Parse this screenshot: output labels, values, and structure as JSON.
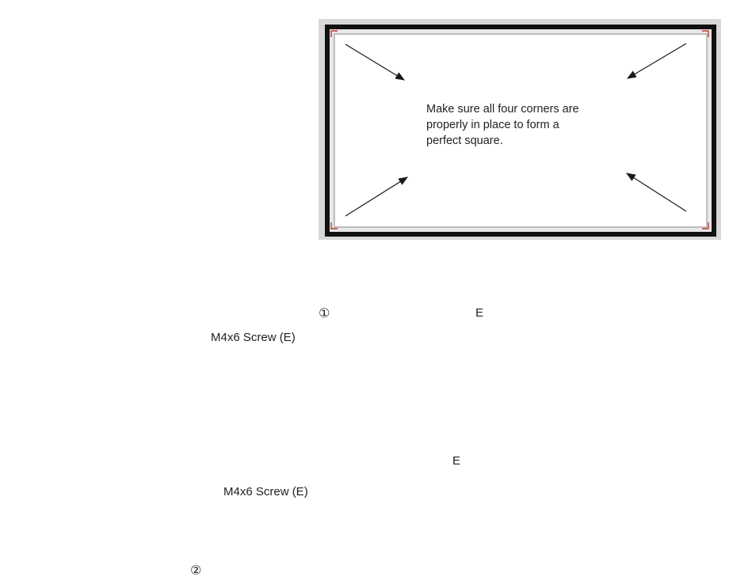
{
  "instruction": {
    "lines": [
      "Make sure all four corners are",
      "properly in place to form a",
      "perfect square."
    ]
  },
  "labels": {
    "screw_top": "M4x6 Screw (E)",
    "screw_bottom": "M4x6 Screw (E)",
    "step_1": "①",
    "step_2": "②",
    "part_e_top": "E",
    "part_e_bottom": "E"
  },
  "colors": {
    "line": "#1a1a1a",
    "frame_gray": "#bdbdbd",
    "corner_red": "#c0392b",
    "rotation_blue": "#1e9be0",
    "screwdriver_gray": "#9a9a9a"
  }
}
